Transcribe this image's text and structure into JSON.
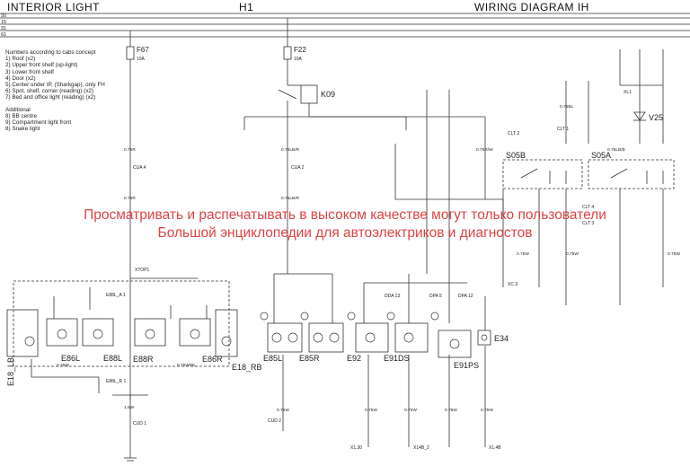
{
  "header": {
    "left_title": "INTERIOR LIGHT",
    "center_title": "H1",
    "right_title": "WIRING DIAGRAM IH"
  },
  "rails": [
    "30",
    "15",
    "31",
    "61"
  ],
  "legend": {
    "intro": "Numbers according to cabs concept",
    "items": [
      "1) Roof (x2)",
      "2) Upper front shelf (up-light)",
      "3) Lower front shelf",
      "4) Door (x2)",
      "5) Center under IP, (Sharkgap), only FH",
      "6) Spot, shelf, corner (reading) (x2)",
      "7) Bed and office light (reading) (x2)"
    ],
    "additional_title": "Additional",
    "additional_items": [
      "8) BB centre",
      "9) Compartment light front",
      "8) Snake light"
    ]
  },
  "fuses": [
    {
      "name": "F67",
      "rating": "10A"
    },
    {
      "name": "F22",
      "rating": "10A"
    }
  ],
  "relay": {
    "name": "K09"
  },
  "components": {
    "e18_lb": "E18_LB",
    "e86l": "E86L",
    "e88l": "E88L",
    "e88r": "E88R",
    "e86r": "E86R",
    "e18_rb": "E18_RB",
    "e85l": "E85L",
    "e85r": "E85R",
    "e92": "E92",
    "e91ds": "E91DS",
    "e91ps": "E91PS",
    "e34": "E34",
    "s05b": "S05B",
    "s05a": "S05A",
    "v25": "V25",
    "xl1": "XL1"
  },
  "connectors": {
    "xtop1": "XTOP1",
    "e88l_a1": "E88L_A 1",
    "e88l_r1": "E88L_R 1",
    "cua4": "CUA 4",
    "cua2": "CUA 2",
    "cud1": "CUD 1",
    "cud2": "CUD 2",
    "clt2": "CLT 2",
    "clt1": "CLT 1",
    "clt4": "CLT 4",
    "clt3": "CLT 3",
    "x1_30": "X1.30",
    "x14b_2": "X14B_2",
    "x14b": "X1.4B",
    "xc3": "XC 3",
    "dda13": "DDA 13",
    "dpa5": "DPA 5",
    "dpa12": "DPA 12"
  },
  "wires": {
    "w075r": "0.75R",
    "w075lbr": "0.75LB/R",
    "w075rw": "0.75R/W",
    "w075w": "0.75W",
    "w15w": "1.5W",
    "w075bl": "0.75BL",
    "w075lbb": "0.75LB/B",
    "w075w_bl": "0.75W/BL"
  },
  "watermark": {
    "line1": "Просматривать и распечатывать в высоком качестве могут только пользователи",
    "line2": "Большой энциклопедии для автоэлектриков и диагностов"
  },
  "colors": {
    "line": "#333333",
    "watermark": "#d93030",
    "background": "#ffffff"
  }
}
